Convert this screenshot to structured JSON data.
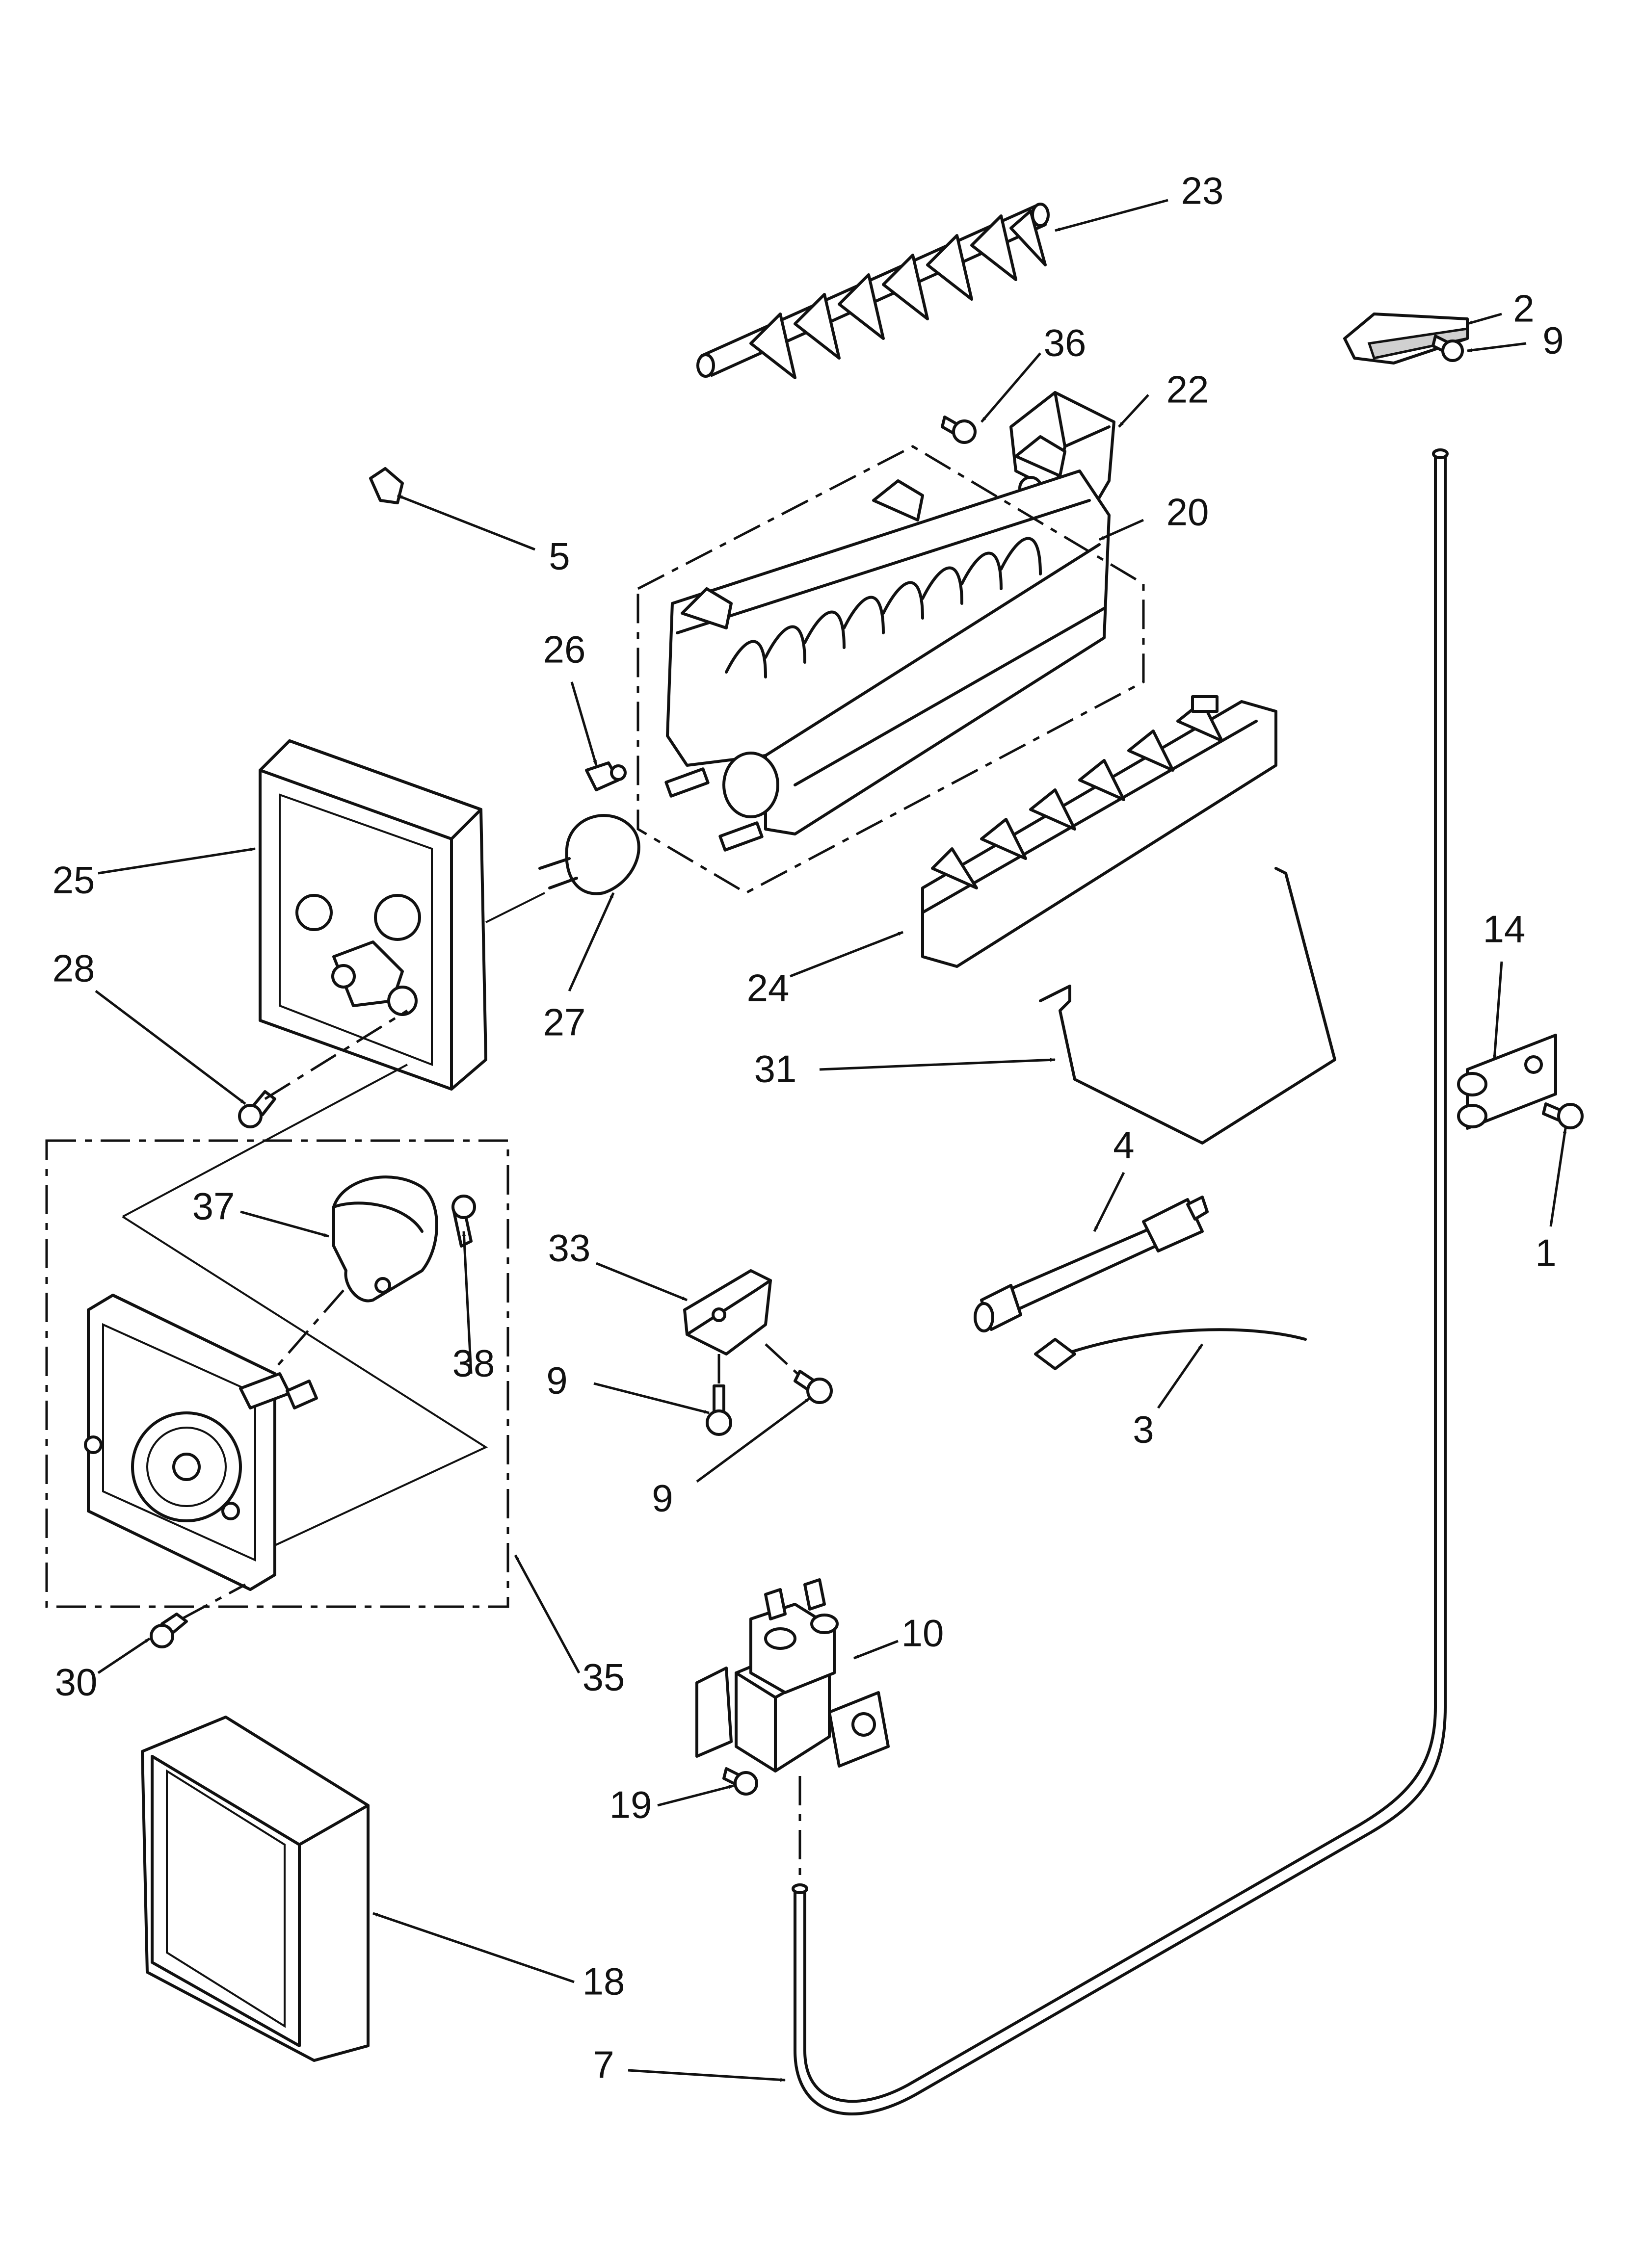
{
  "diagram": {
    "callouts": [
      {
        "id": "c23",
        "label": "23"
      },
      {
        "id": "c2",
        "label": "2"
      },
      {
        "id": "c9a",
        "label": "9"
      },
      {
        "id": "c36",
        "label": "36"
      },
      {
        "id": "c22",
        "label": "22"
      },
      {
        "id": "c5",
        "label": "5"
      },
      {
        "id": "c20",
        "label": "20"
      },
      {
        "id": "c26",
        "label": "26"
      },
      {
        "id": "c25",
        "label": "25"
      },
      {
        "id": "c27",
        "label": "27"
      },
      {
        "id": "c24",
        "label": "24"
      },
      {
        "id": "c28",
        "label": "28"
      },
      {
        "id": "c14",
        "label": "14"
      },
      {
        "id": "c31",
        "label": "31"
      },
      {
        "id": "c4",
        "label": "4"
      },
      {
        "id": "c1",
        "label": "1"
      },
      {
        "id": "c37",
        "label": "37"
      },
      {
        "id": "c33",
        "label": "33"
      },
      {
        "id": "c38",
        "label": "38"
      },
      {
        "id": "c9b",
        "label": "9"
      },
      {
        "id": "c3",
        "label": "3"
      },
      {
        "id": "c9c",
        "label": "9"
      },
      {
        "id": "c10",
        "label": "10"
      },
      {
        "id": "c30",
        "label": "30"
      },
      {
        "id": "c35",
        "label": "35"
      },
      {
        "id": "c19",
        "label": "19"
      },
      {
        "id": "c18",
        "label": "18"
      },
      {
        "id": "c7",
        "label": "7"
      }
    ]
  }
}
